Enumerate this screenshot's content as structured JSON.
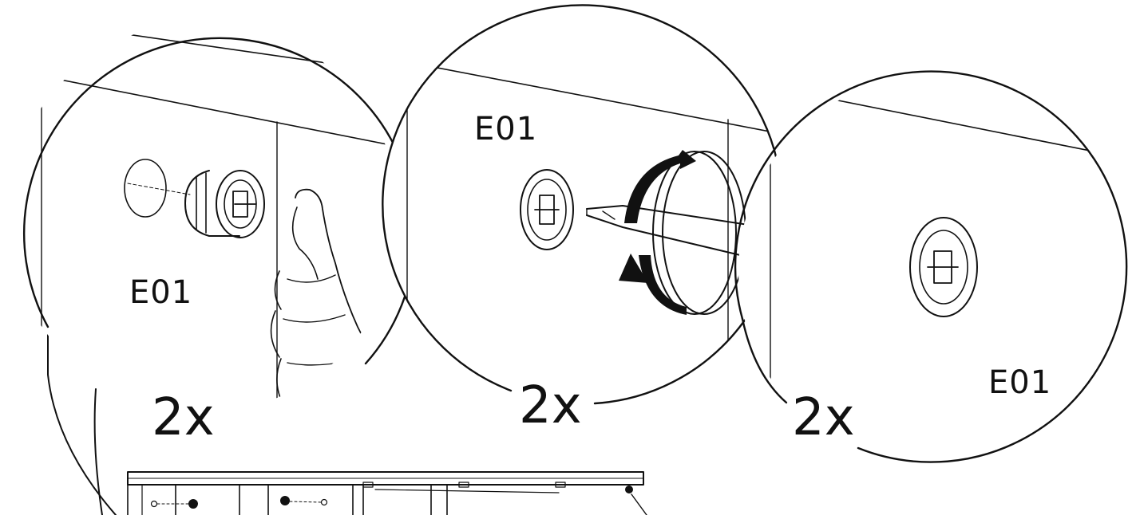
{
  "step1": {
    "part_label": "E01",
    "count": "2x"
  },
  "step2": {
    "part_label": "E01",
    "count": "2x"
  },
  "step3": {
    "part_label": "E01",
    "count": "2x"
  }
}
